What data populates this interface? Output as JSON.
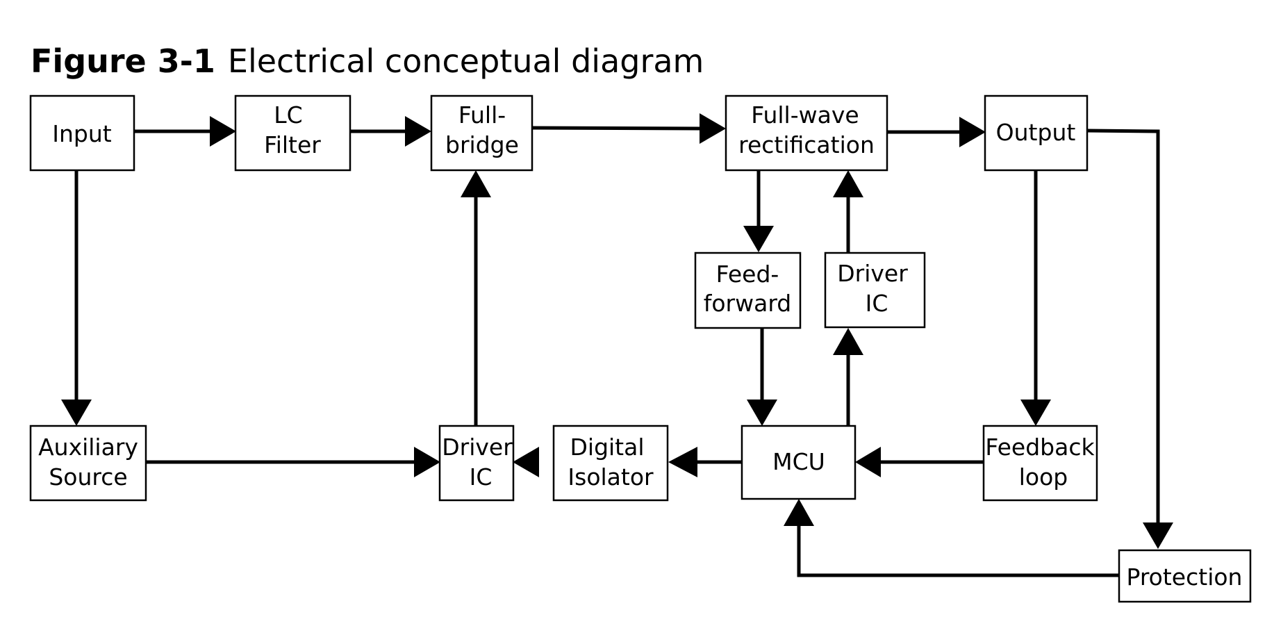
{
  "title": {
    "number": "Figure 3-1",
    "text": "Electrical conceptual diagram"
  },
  "blocks": {
    "input": [
      "Input"
    ],
    "lc_filter": [
      "LC",
      "Filter"
    ],
    "full_bridge": [
      "Full-",
      "bridge"
    ],
    "full_wave_rectification": [
      "Full-wave",
      "rectification"
    ],
    "output": [
      "Output"
    ],
    "feed_forward": [
      "Feed-",
      "forward"
    ],
    "driver_ic_upper": [
      "Driver",
      "IC"
    ],
    "auxiliary_source": [
      "Auxiliary",
      "Source"
    ],
    "driver_ic_lower": [
      "Driver",
      "IC"
    ],
    "digital_isolator": [
      "Digital",
      "Isolator"
    ],
    "mcu": [
      "MCU"
    ],
    "feedback_loop": [
      "Feedback",
      "loop"
    ],
    "protection": [
      "Protection"
    ]
  },
  "connections": [
    {
      "from": "input",
      "to": "lc_filter"
    },
    {
      "from": "lc_filter",
      "to": "full_bridge"
    },
    {
      "from": "full_bridge",
      "to": "full_wave_rectification"
    },
    {
      "from": "full_wave_rectification",
      "to": "output"
    },
    {
      "from": "input",
      "to": "auxiliary_source"
    },
    {
      "from": "auxiliary_source",
      "to": "driver_ic_lower"
    },
    {
      "from": "driver_ic_lower",
      "to": "full_bridge"
    },
    {
      "from": "digital_isolator",
      "to": "driver_ic_lower"
    },
    {
      "from": "mcu",
      "to": "digital_isolator"
    },
    {
      "from": "feedback_loop",
      "to": "mcu"
    },
    {
      "from": "output",
      "to": "feedback_loop"
    },
    {
      "from": "output",
      "to": "protection"
    },
    {
      "from": "protection",
      "to": "mcu"
    },
    {
      "from": "full_wave_rectification",
      "to": "feed_forward"
    },
    {
      "from": "feed_forward",
      "to": "mcu"
    },
    {
      "from": "mcu",
      "to": "driver_ic_upper"
    },
    {
      "from": "driver_ic_upper",
      "to": "full_wave_rectification"
    }
  ]
}
